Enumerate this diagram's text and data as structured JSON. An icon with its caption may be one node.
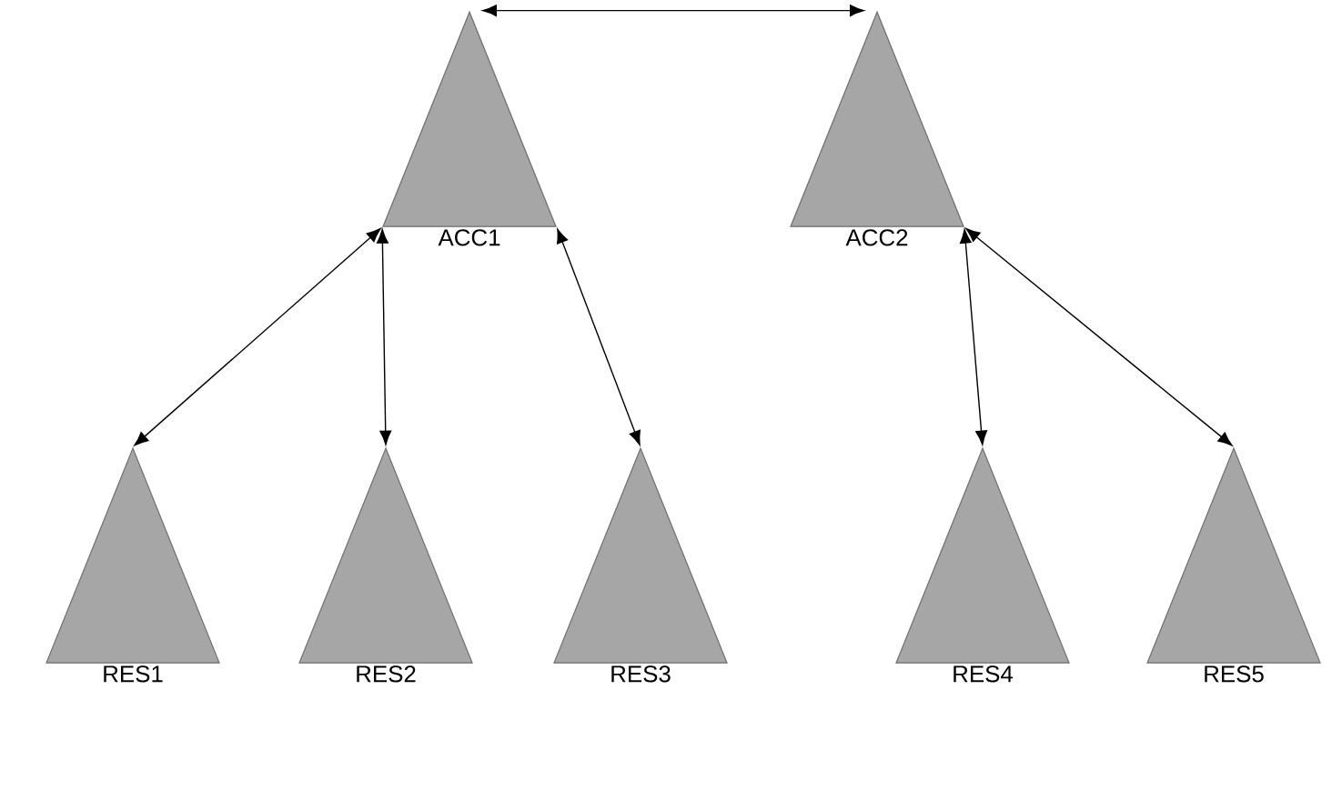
{
  "diagram": {
    "nodes": [
      {
        "text": [
          "ACC1"
        ]
      },
      {
        "text": [
          "ACC2"
        ]
      },
      {
        "text": [
          "RES1"
        ]
      },
      {
        "text": [
          "RES2"
        ]
      },
      {
        "text": [
          "RES3"
        ]
      },
      {
        "text": [
          "RES4"
        ]
      },
      {
        "text": [
          "RES5"
        ]
      }
    ],
    "edges": [
      {
        "from": 0,
        "to": 1,
        "arrow": "both"
      },
      {
        "from": 0,
        "to": 2,
        "arrow": "both"
      },
      {
        "from": 0,
        "to": 3,
        "arrow": "both"
      },
      {
        "from": 0,
        "to": 4,
        "arrow": "both"
      },
      {
        "from": 1,
        "to": 5,
        "arrow": "both"
      },
      {
        "from": 1,
        "to": 6,
        "arrow": "both"
      }
    ]
  }
}
